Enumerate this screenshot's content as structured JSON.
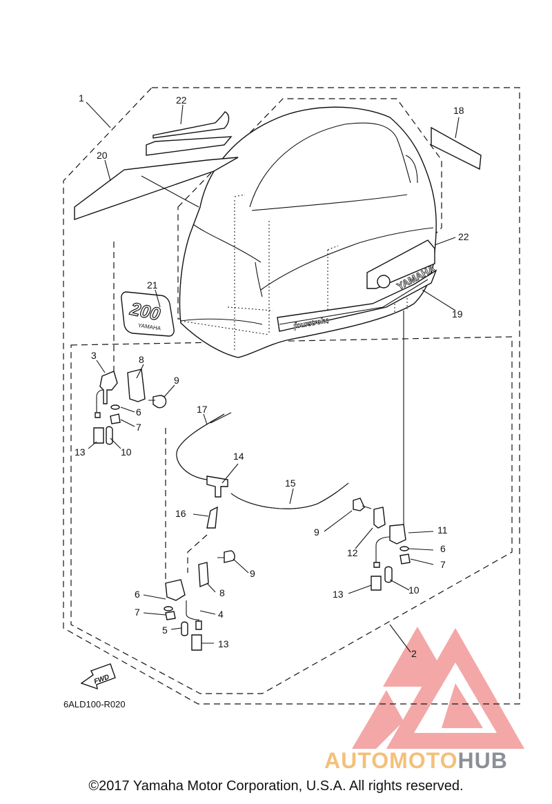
{
  "diagram_code": "6ALD100-R020",
  "fwd_label": "FWD",
  "copyright": "©2017 Yamaha Motor Corporation, U.S.A. All rights reserved.",
  "decals": {
    "model_number": "200",
    "model_brand": "YAMAHA",
    "side_brand": "YAMAHA",
    "stripe_text": "fourstroke"
  },
  "watermark": {
    "auto": "AUTO",
    "moto": "MOTO",
    "hub": "HUB"
  },
  "callouts": {
    "c1": "1",
    "c2": "2",
    "c3": "3",
    "c4": "4",
    "c5": "5",
    "c6a": "6",
    "c6b": "6",
    "c6c": "6",
    "c7a": "7",
    "c7b": "7",
    "c7c": "7",
    "c8a": "8",
    "c8b": "8",
    "c9a": "9",
    "c9b": "9",
    "c9c": "9",
    "c10a": "10",
    "c10b": "10",
    "c11": "11",
    "c12": "12",
    "c13a": "13",
    "c13b": "13",
    "c13c": "13",
    "c14": "14",
    "c15": "15",
    "c16": "16",
    "c17": "17",
    "c18": "18",
    "c19": "19",
    "c20": "20",
    "c21": "21",
    "c22a": "22",
    "c22b": "22"
  },
  "colors": {
    "line": "#111111",
    "watermark_red": "#f08a8a",
    "watermark_gold": "#f3c07a",
    "watermark_gray": "#8b8f96"
  }
}
